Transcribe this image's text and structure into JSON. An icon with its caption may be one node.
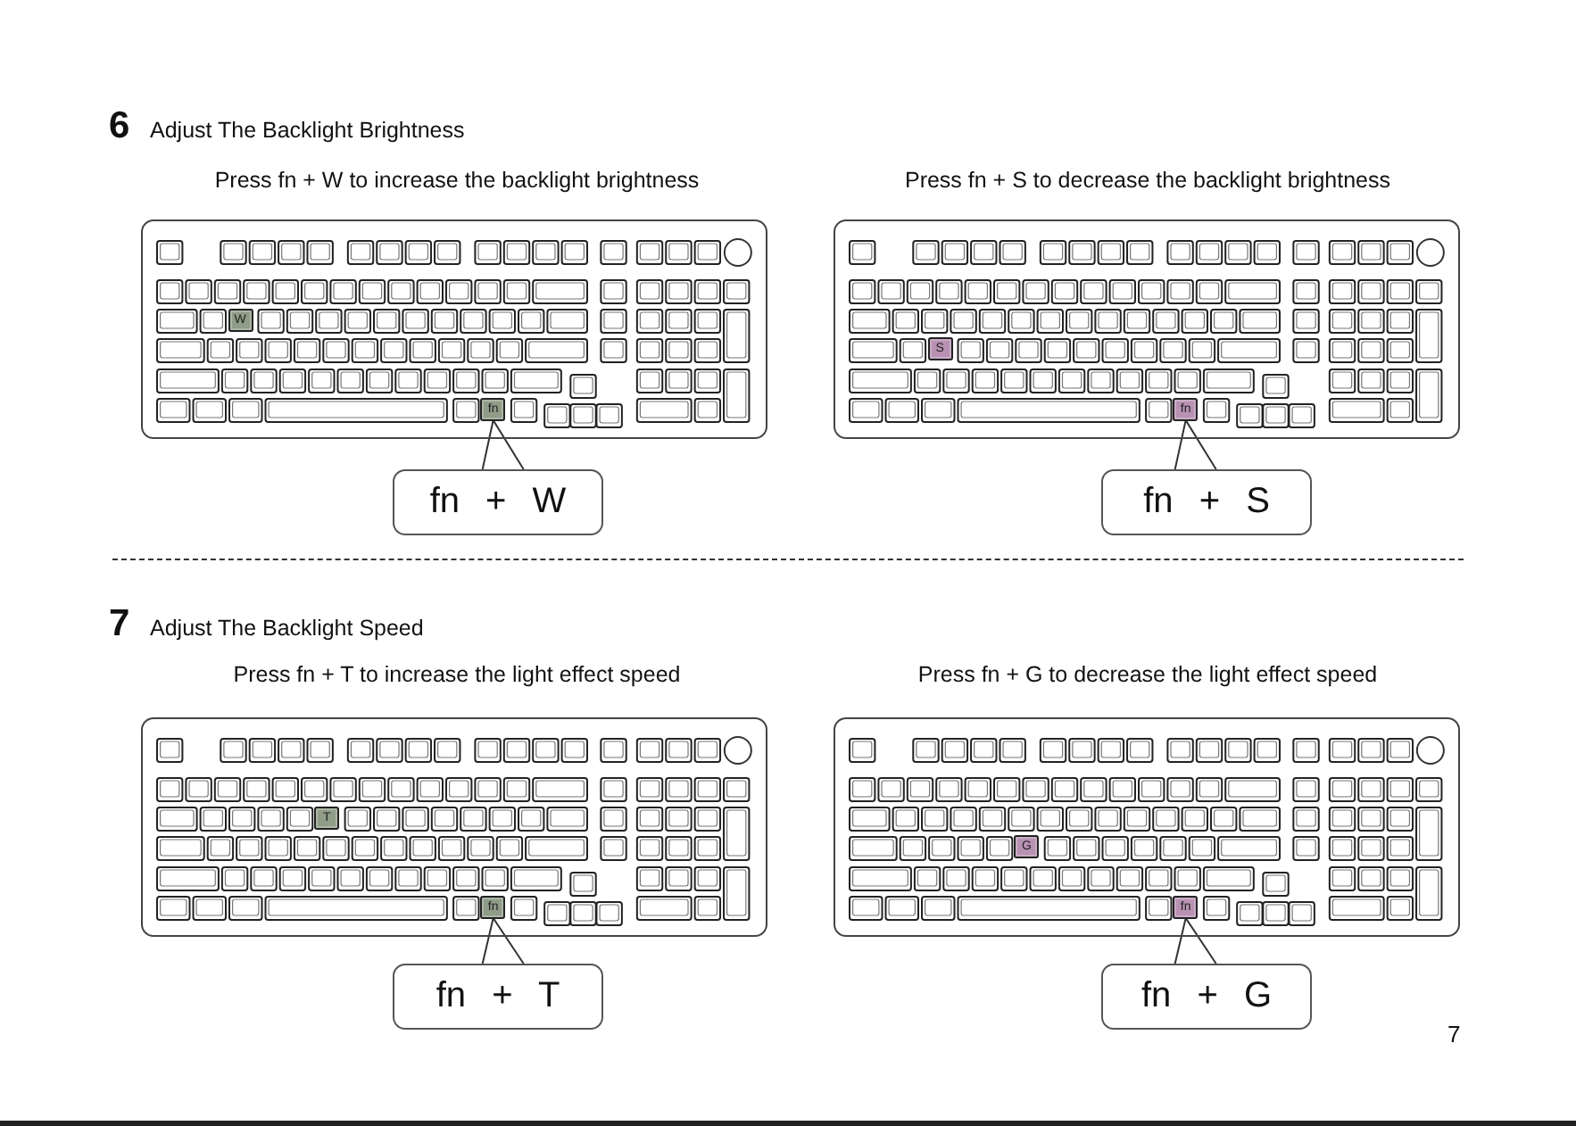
{
  "diagram": {
    "nodes": [
      {
        "text": [],
        "shape": "picture"
      },
      {
        "text": [
          "W"
        ],
        "in": 0
      },
      {
        "text": [
          "fn"
        ],
        "in": 0
      },
      {
        "text": [
          "fn + W"
        ]
      },
      {
        "text": [],
        "shape": "picture"
      },
      {
        "text": [
          "S"
        ],
        "in": 4
      },
      {
        "text": [
          "fn"
        ],
        "in": 4
      },
      {
        "text": [
          "fn + S"
        ]
      },
      {
        "text": [],
        "shape": "picture"
      },
      {
        "text": [
          "T"
        ],
        "in": 8
      },
      {
        "text": [
          "fn"
        ],
        "in": 8
      },
      {
        "text": [
          "fn + T"
        ]
      },
      {
        "text": [],
        "shape": "picture"
      },
      {
        "text": [
          "G"
        ],
        "in": 12
      },
      {
        "text": [
          "fn"
        ],
        "in": 12
      },
      {
        "text": [
          "fn + G"
        ]
      }
    ],
    "edges": [
      {
        "from": 3,
        "to": 2,
        "arrow": "none"
      },
      {
        "from": 7,
        "to": 6,
        "arrow": "none"
      },
      {
        "from": 11,
        "to": 10,
        "arrow": "none"
      },
      {
        "from": 15,
        "to": 14,
        "arrow": "none"
      }
    ],
    "labels": [
      "6",
      "Adjust The Backlight Brightness",
      "Press fn + W to increase the backlight brightness",
      "Press fn + S to decrease the backlight brightness",
      "7",
      "Adjust The Backlight Speed",
      "Press fn + T to increase the light effect speed",
      "Press fn + G to decrease the light effect speed",
      "7"
    ]
  }
}
